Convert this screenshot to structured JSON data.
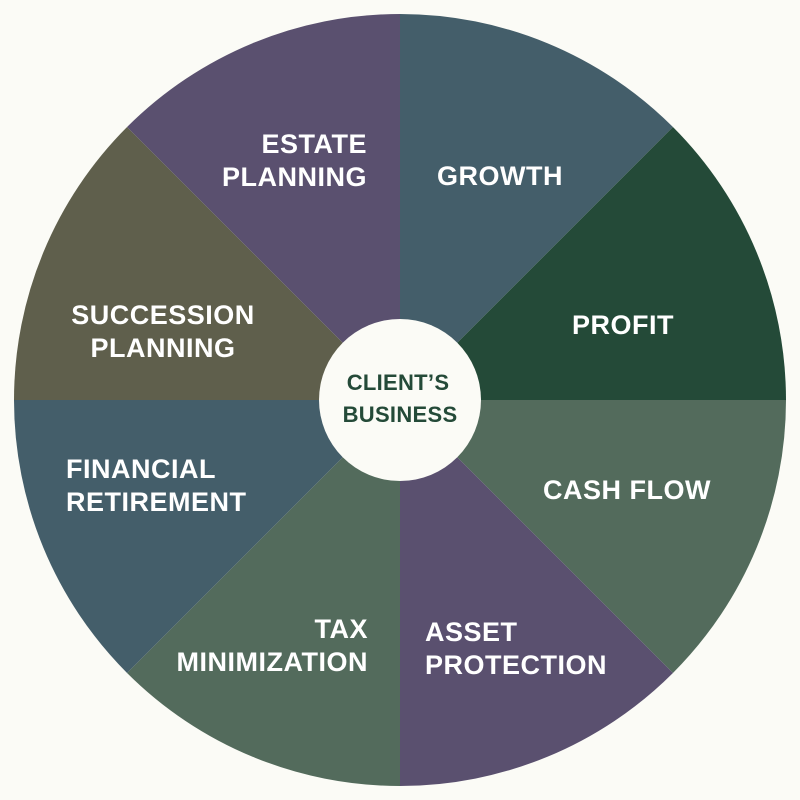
{
  "center": {
    "line1": "CLIENT’S",
    "line2": "BUSINESS",
    "fill": "#fbfbf6",
    "text_color": "#244a38"
  },
  "segments": [
    {
      "id": "growth",
      "lines": [
        "GROWTH"
      ],
      "color": "#445e6a"
    },
    {
      "id": "profit",
      "lines": [
        "PROFIT"
      ],
      "color": "#244a38"
    },
    {
      "id": "cash-flow",
      "lines": [
        "CASH FLOW"
      ],
      "color": "#536b5c"
    },
    {
      "id": "asset-protection",
      "lines": [
        "ASSET",
        "PROTECTION"
      ],
      "color": "#5a506f"
    },
    {
      "id": "tax-minimization",
      "lines": [
        "TAX",
        "MINIMIZATION"
      ],
      "color": "#536b5c"
    },
    {
      "id": "financial-retirement",
      "lines": [
        "FINANCIAL",
        "RETIREMENT"
      ],
      "color": "#445e6a"
    },
    {
      "id": "succession-planning",
      "lines": [
        "SUCCESSION",
        "PLANNING"
      ],
      "color": "#5f5f4c"
    },
    {
      "id": "estate-planning",
      "lines": [
        "ESTATE",
        "PLANNING"
      ],
      "color": "#5a506f"
    }
  ]
}
